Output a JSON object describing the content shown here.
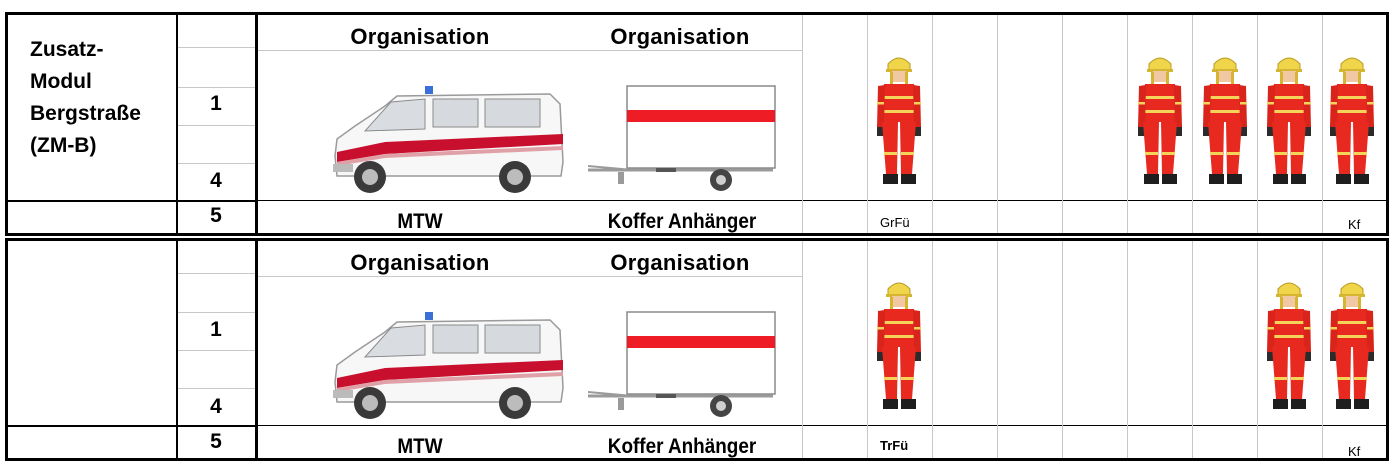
{
  "modules": [
    {
      "title": "Zusatz-\nModul\nBergstraße\n(ZM-B)",
      "numbers": [
        "1",
        "4",
        "5"
      ],
      "org_labels": [
        "Organisation",
        "Organisation"
      ],
      "vehicles": [
        "MTW",
        "Koffer Anhänger"
      ],
      "roles": [
        "GrFü",
        "Kf"
      ],
      "firefighters": [
        {
          "col": 0,
          "icon": "firefighter-icon"
        },
        {
          "col": 5,
          "icon": "firefighter-icon"
        },
        {
          "col": 6,
          "icon": "firefighter-icon"
        },
        {
          "col": 7,
          "icon": "firefighter-icon"
        },
        {
          "col": 8,
          "icon": "firefighter-icon"
        }
      ]
    },
    {
      "title": "",
      "numbers": [
        "1",
        "4",
        "5"
      ],
      "org_labels": [
        "Organisation",
        "Organisation"
      ],
      "vehicles": [
        "MTW",
        "Koffer Anhänger"
      ],
      "roles": [
        "TrFü",
        "Kf"
      ],
      "firefighters": [
        {
          "col": 0,
          "icon": "firefighter-icon"
        },
        {
          "col": 7,
          "icon": "firefighter-icon"
        },
        {
          "col": 8,
          "icon": "firefighter-icon"
        }
      ]
    }
  ],
  "colors": {
    "suit": "#e8291f",
    "reflective": "#f4d35a",
    "helmet": "#f0d44a",
    "van_stripe": "#c8102e",
    "trailer_stripe": "#ee1c25",
    "beacon": "#3b6fd8"
  }
}
